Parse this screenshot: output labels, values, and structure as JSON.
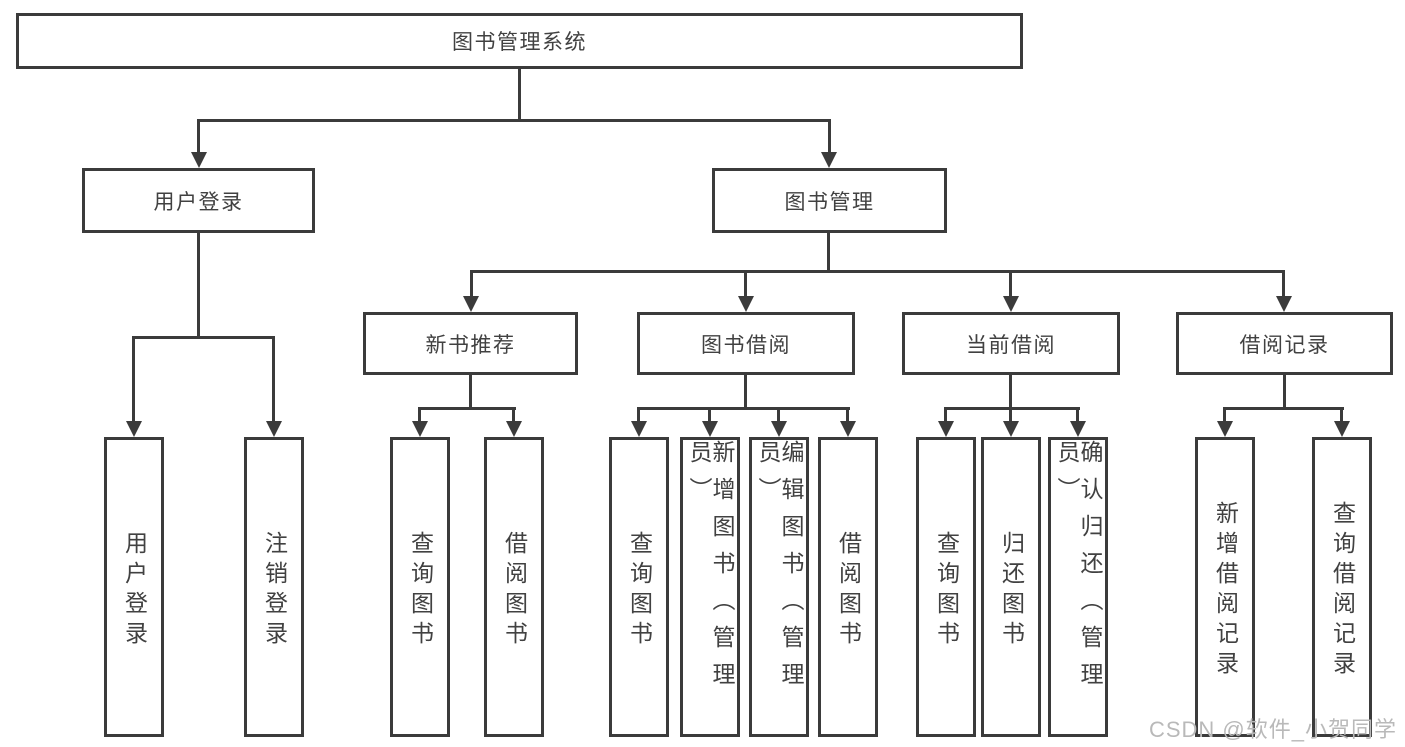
{
  "diagram": {
    "root": {
      "label": "图书管理系统"
    },
    "level2": [
      {
        "label": "用户登录"
      },
      {
        "label": "图书管理"
      }
    ],
    "level3": [
      {
        "label": "新书推荐"
      },
      {
        "label": "图书借阅"
      },
      {
        "label": "当前借阅"
      },
      {
        "label": "借阅记录"
      }
    ],
    "leaves": {
      "user_login": [
        "用户登录",
        "注销登录"
      ],
      "new_books": [
        "查询图书",
        "借阅图书"
      ],
      "book_borrow": [
        "查询图书",
        "新增图书（管理员）",
        "编辑图书（管理员）",
        "借阅图书"
      ],
      "current_borrow": [
        "查询图书",
        "归还图书",
        "确认归还（管理员）"
      ],
      "borrow_records": [
        "新增借阅记录",
        "查询借阅记录"
      ]
    }
  },
  "watermark": {
    "text": "CSDN @软件_小贺同学"
  },
  "colors": {
    "line": "#3b3b3b",
    "text": "#414141",
    "watermark": "#b9b9b9",
    "background": "#ffffff"
  }
}
